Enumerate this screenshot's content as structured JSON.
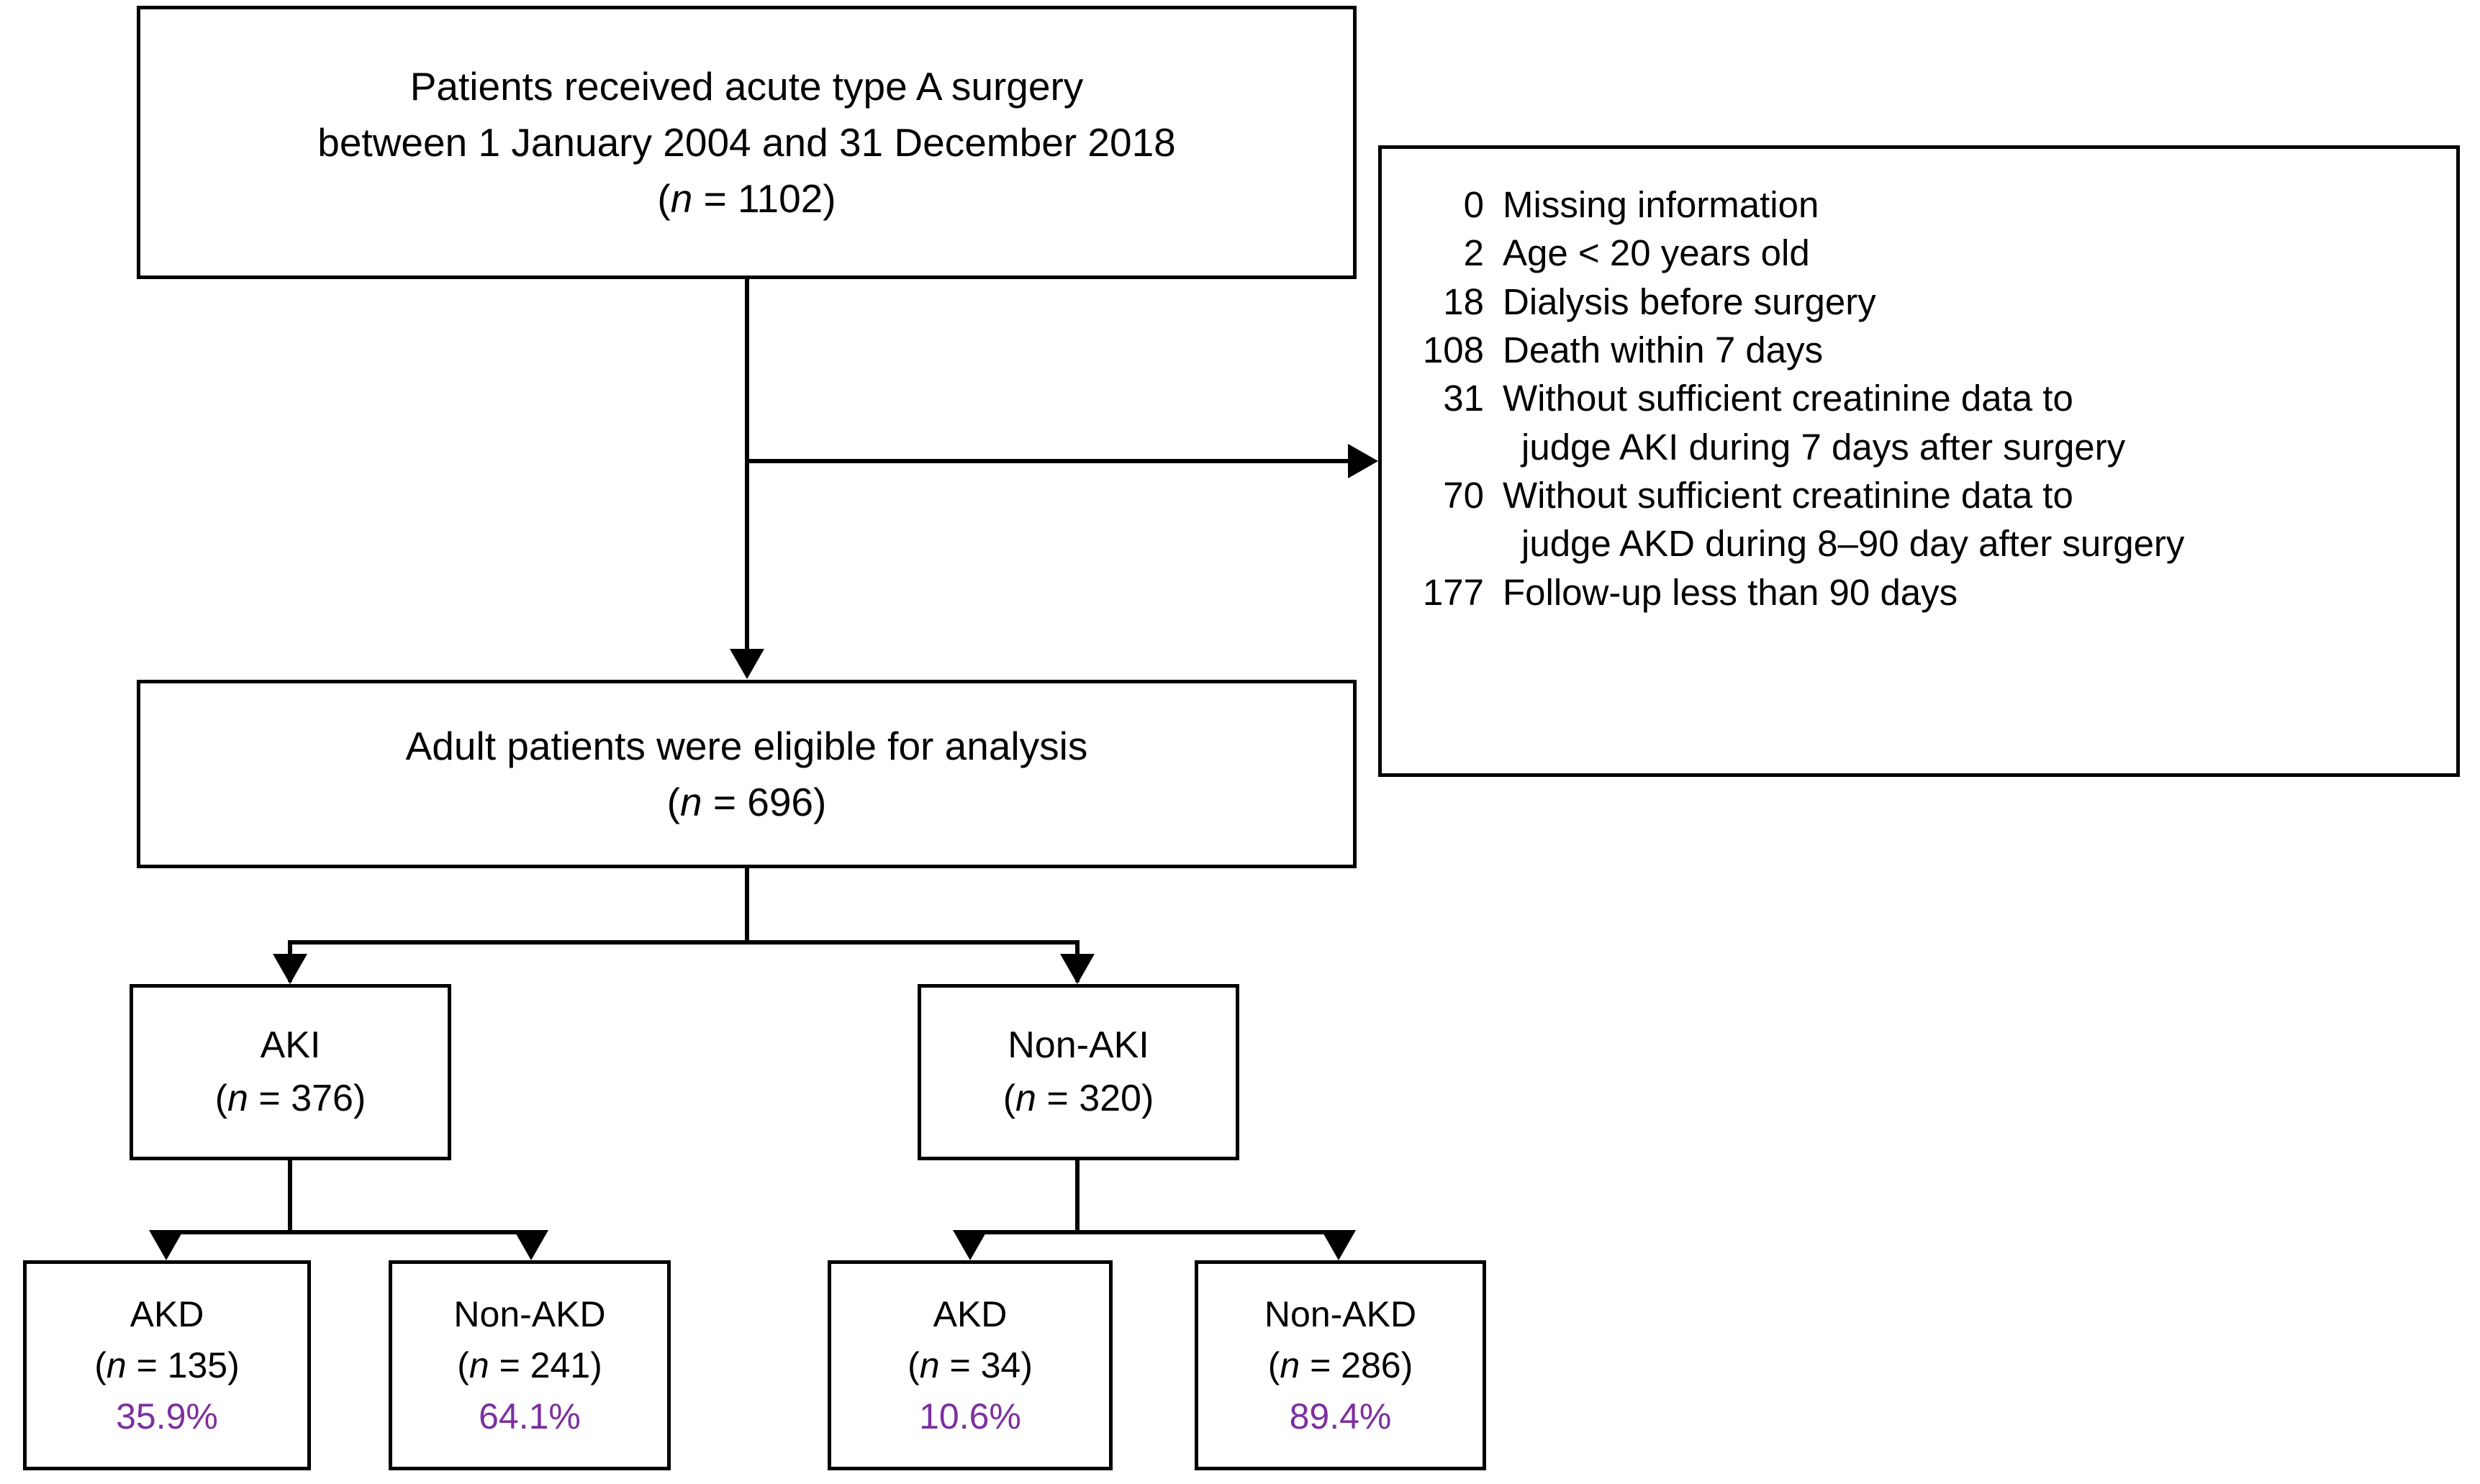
{
  "figure": {
    "type": "flowchart",
    "kind": "study-participant-flow-diagram",
    "accent_color": "#7D2F9E",
    "line_color": "#000000",
    "background_color": "#FFFFFF"
  },
  "nodes": {
    "source_cohort": {
      "line1": "Patients received acute type A surgery",
      "line2": "between 1 January 2004 and 31 December 2018",
      "n_prefix": "(",
      "n_italic": "n",
      "n_eq": " = ",
      "n_value": "1102",
      "n_suffix": ")"
    },
    "eligible": {
      "line1": "Adult patients were eligible for analysis",
      "n_prefix": "(",
      "n_italic": "n",
      "n_eq": " = ",
      "n_value": "696",
      "n_suffix": ")"
    },
    "aki": {
      "label": "AKI",
      "n_prefix": "(",
      "n_italic": "n",
      "n_eq": " = ",
      "n_value": "376",
      "n_suffix": ")"
    },
    "non_aki": {
      "label": "Non-AKI",
      "n_prefix": "(",
      "n_italic": "n",
      "n_eq": " = ",
      "n_value": "320",
      "n_suffix": ")"
    },
    "aki_akd": {
      "label": "AKD",
      "n_prefix": "(",
      "n_italic": "n",
      "n_eq": " = ",
      "n_value": "135",
      "n_suffix": ")",
      "percent": "35.9%"
    },
    "aki_non_akd": {
      "label": "Non-AKD",
      "n_prefix": "(",
      "n_italic": "n",
      "n_eq": " = ",
      "n_value": "241",
      "n_suffix": ")",
      "percent": "64.1%"
    },
    "non_aki_akd": {
      "label": "AKD",
      "n_prefix": "(",
      "n_italic": "n",
      "n_eq": " = ",
      "n_value": "34",
      "n_suffix": ")",
      "percent": "10.6%"
    },
    "non_aki_non_akd": {
      "label": "Non-AKD",
      "n_prefix": "(",
      "n_italic": "n",
      "n_eq": " = ",
      "n_value": "286",
      "n_suffix": ")",
      "percent": "89.4%"
    }
  },
  "exclusions": [
    {
      "count": "0",
      "reason": "Missing information",
      "reason_cont": ""
    },
    {
      "count": "2",
      "reason": "Age < 20 years old",
      "reason_cont": ""
    },
    {
      "count": "18",
      "reason": "Dialysis before surgery",
      "reason_cont": ""
    },
    {
      "count": "108",
      "reason": "Death within 7 days",
      "reason_cont": ""
    },
    {
      "count": "31",
      "reason": "Without sufficient creatinine data to",
      "reason_cont": "judge AKI during 7 days after surgery"
    },
    {
      "count": "70",
      "reason": "Without sufficient creatinine data to",
      "reason_cont": "judge AKD during 8–90 day after surgery"
    },
    {
      "count": "177",
      "reason": "Follow-up less than 90 days",
      "reason_cont": ""
    }
  ]
}
